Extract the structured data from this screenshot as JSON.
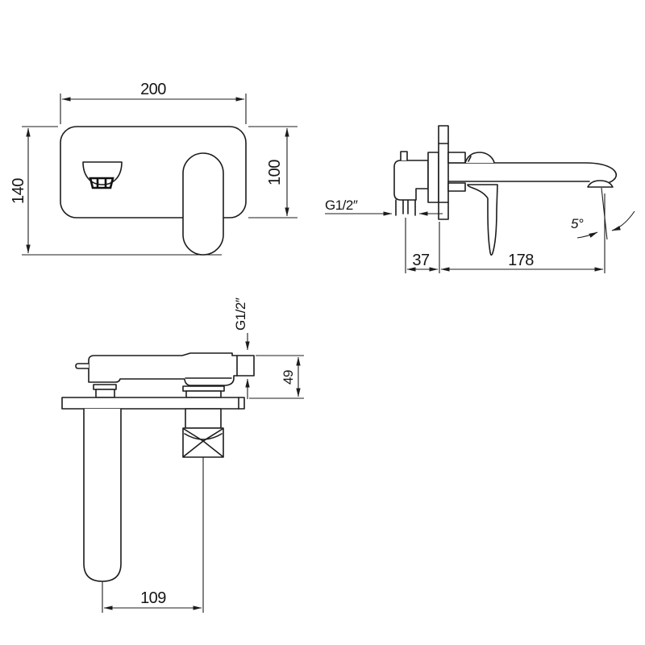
{
  "drawing": {
    "background": "#ffffff",
    "line_color": "#1c1c1c",
    "front_view": {
      "dim_width": "200",
      "dim_total_height": "140",
      "dim_plate_height": "100"
    },
    "side_view": {
      "inlet_thread_label": "G1/2″",
      "dim_pipe_axis_to_wall": "37",
      "dim_spout_reach": "178",
      "dim_spout_angle": "5°"
    },
    "plan_view": {
      "outlet_thread_label": "G1/2″",
      "dim_body_height": "49",
      "dim_spout_to_handle": "109"
    }
  }
}
